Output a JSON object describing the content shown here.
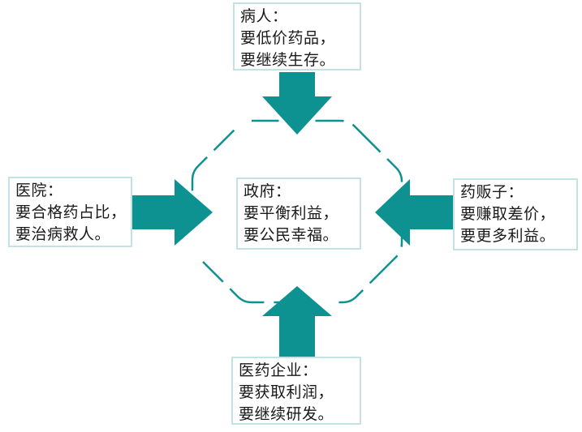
{
  "colors": {
    "teal": "#0d9191",
    "box_border": "#c3e2e6",
    "text": "#1a1a1a"
  },
  "nodes": {
    "top": {
      "lines": [
        "病人：",
        "要低价药品，",
        "要继续生存。"
      ]
    },
    "left": {
      "lines": [
        "医院：",
        "要合格药占比，",
        "要治病救人。"
      ]
    },
    "center": {
      "lines": [
        "政府：",
        "要平衡利益，",
        "要公民幸福。"
      ]
    },
    "right": {
      "lines": [
        "药贩子：",
        "要赚取差价，",
        "要更多利益。"
      ]
    },
    "bottom": {
      "lines": [
        "医药企业：",
        "要获取利润，",
        "要继续研发。"
      ]
    }
  }
}
